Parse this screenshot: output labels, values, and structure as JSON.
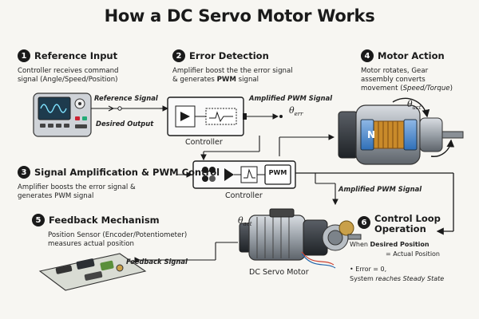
{
  "title": "How a DC Servo Motor Works",
  "steps": {
    "s1": {
      "num": "1",
      "title": "Reference Input",
      "desc1": "Controller receives command",
      "desc2": "signal (Angle/Speed/Position)"
    },
    "s2": {
      "num": "2",
      "title": "Error Detection",
      "desc1": "Amplifier boost the the error signal",
      "desc2_pre": "& generates ",
      "desc2_bold": "PWM",
      "desc2_post": " signal"
    },
    "s3": {
      "num": "3",
      "title": "Signal Amplification & PWM Control",
      "desc1": "Amplifier boosts the error signal &",
      "desc2": "generates PWM signal"
    },
    "s4": {
      "num": "4",
      "title": "Motor Action",
      "desc1": "Motor rotates, Gear",
      "desc2": "assembly converts",
      "desc3_pre": "movement (",
      "desc3_ital": "Speed/Torque",
      "desc3_post": ")"
    },
    "s5": {
      "num": "5",
      "title": "Feedback Mechanism",
      "desc1": "Position Sensor (Encoder/Potentiometer)",
      "desc2": "measures actual position"
    },
    "s6": {
      "num": "6",
      "title1": "Control Loop",
      "title2": "Operation"
    }
  },
  "labels": {
    "reference_signal": "Reference Signal",
    "desired_output": "Desired Output",
    "amplified_pwm_1": "Amplified PWM Signal",
    "theta_err": "θ",
    "theta_err_sub": "err",
    "controller_1": "Controller",
    "controller_2": "Controller",
    "pwm": "PWM",
    "amplified_pwm_2": "Amplified PWM Signal",
    "theta_act_1": "θ",
    "theta_act_1_sub": "act",
    "theta_act_2": "θ",
    "theta_act_2_sub": "act",
    "motor_n": "N",
    "feedback_signal": "Feedback Signal",
    "dc_servo_motor": "DC Servo Motor",
    "when_prefix": "When ",
    "desired_position": "Desired Position",
    "equals_actual": "= Actual Position",
    "error_zero": "• Error = 0,",
    "system_pre": "System ",
    "system_ital": "reaches Steady State"
  }
}
